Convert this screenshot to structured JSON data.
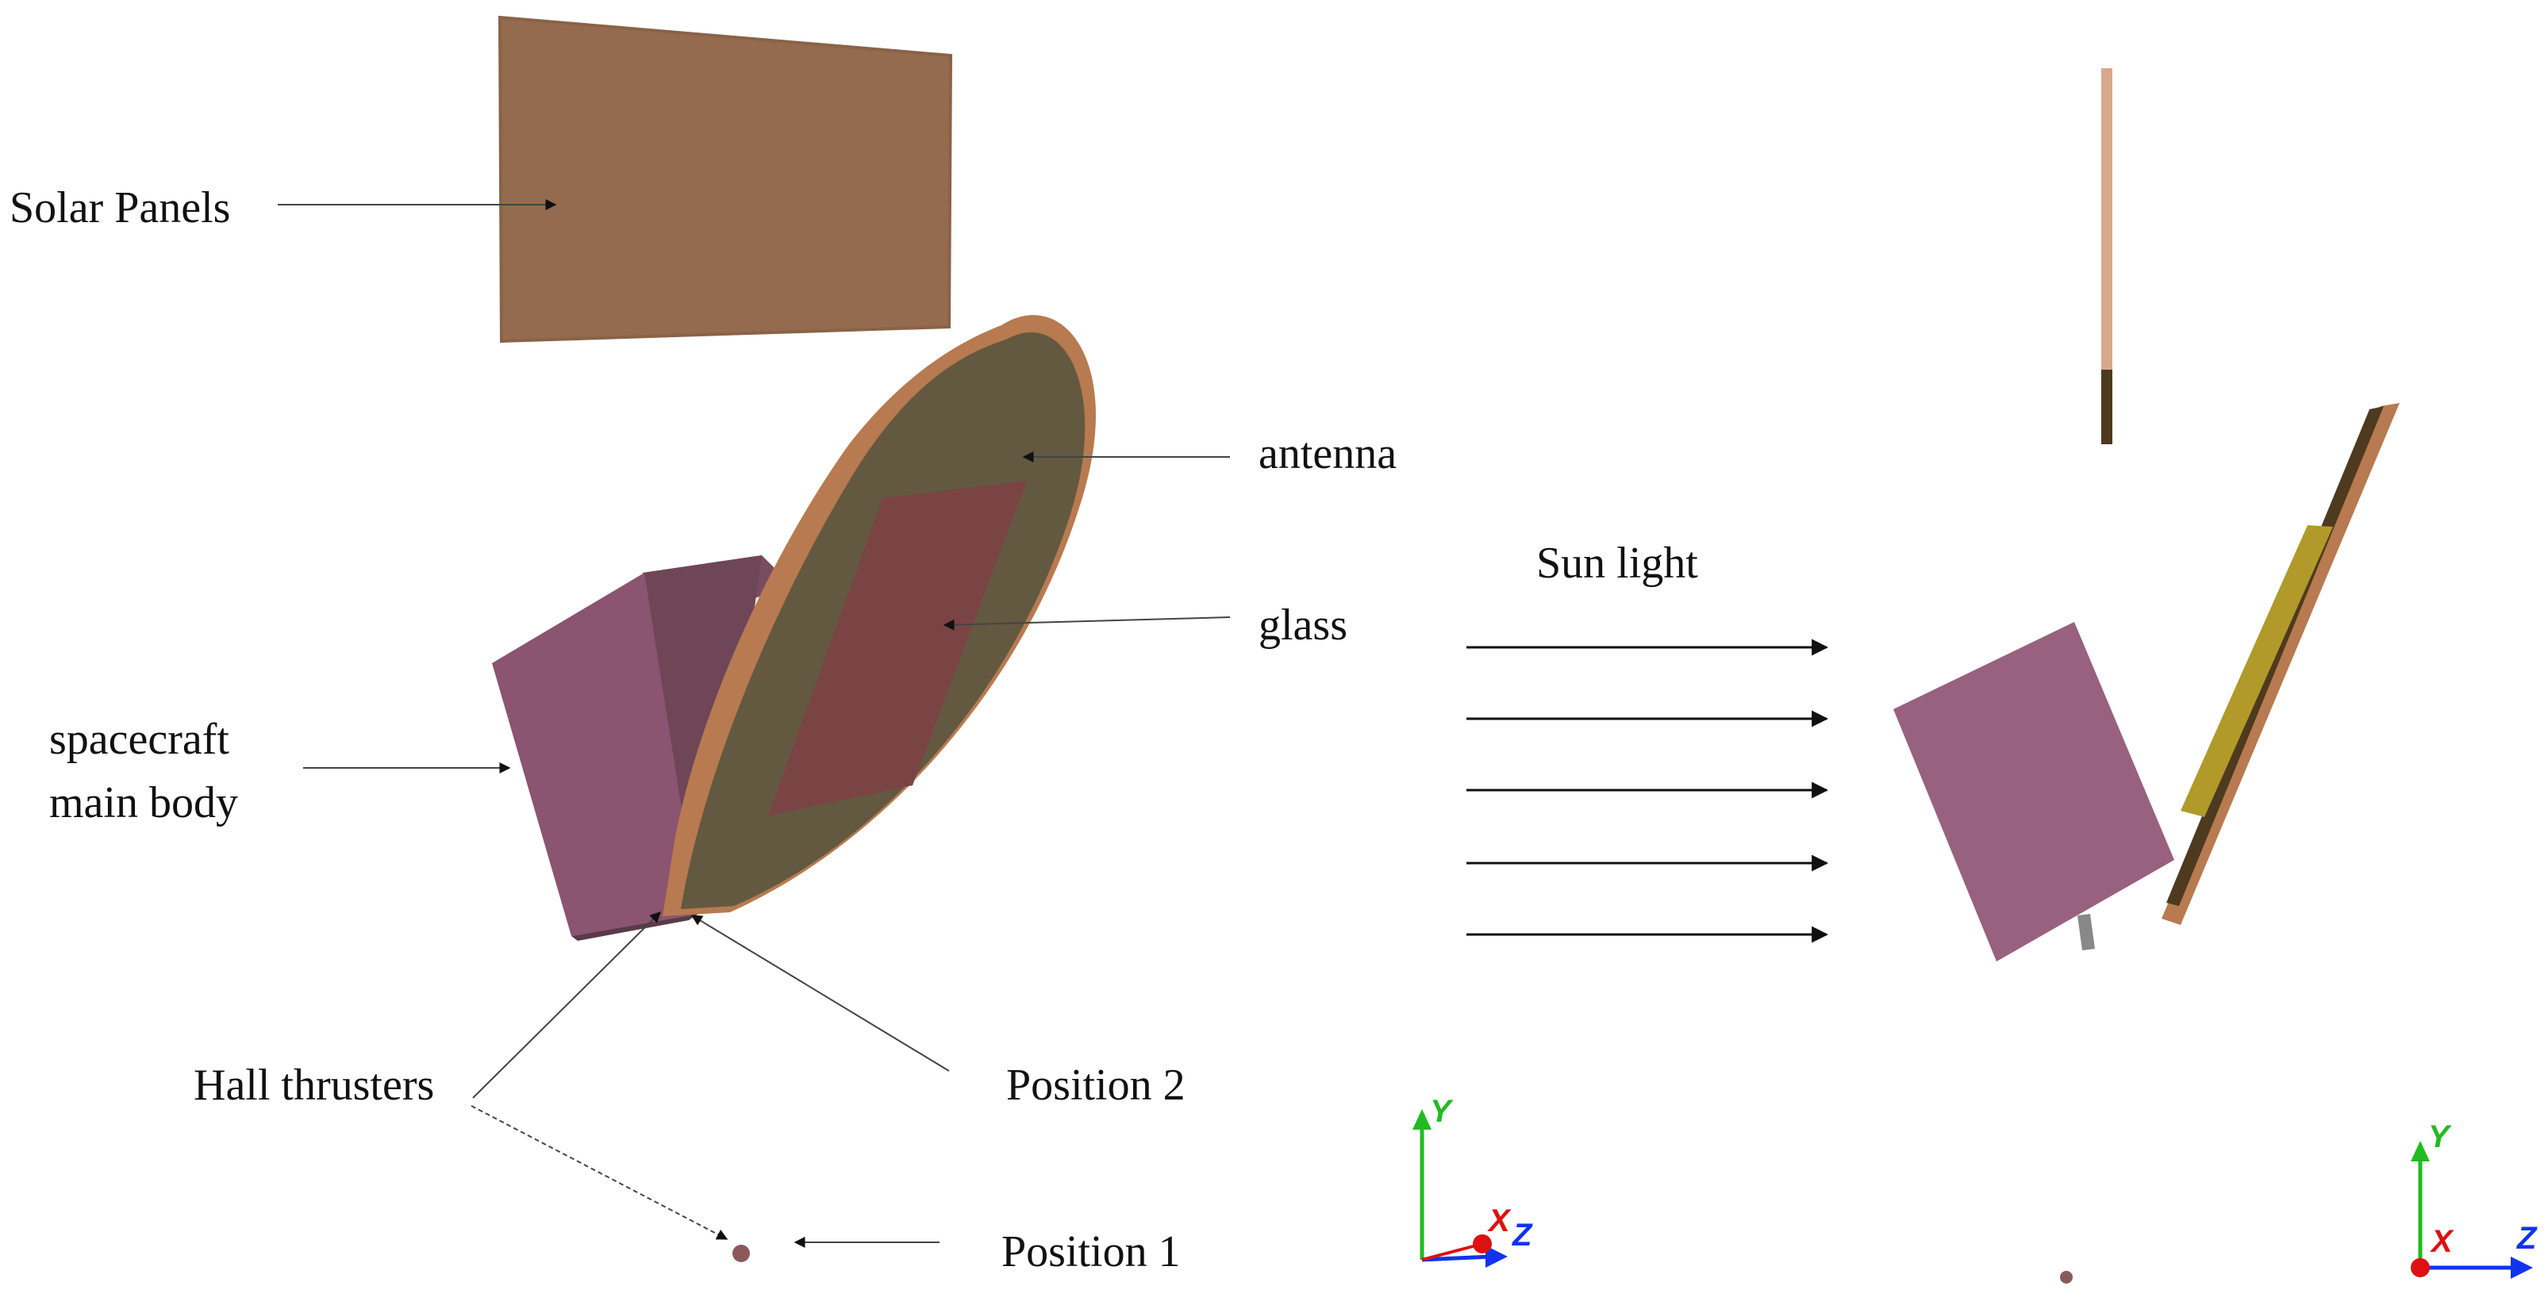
{
  "labels": {
    "solar_panels": "Solar Panels",
    "antenna": "antenna",
    "glass": "glass",
    "main_body_line1": "spacecraft",
    "main_body_line2": "main body",
    "hall_thrusters": "Hall thrusters",
    "position_2": "Position 2",
    "position_1": "Position 1",
    "sun_light": "Sun light"
  },
  "axes_left": {
    "y": "Y",
    "x": "X",
    "z": "Z"
  },
  "axes_right": {
    "y": "Y",
    "x": "X",
    "z": "Z"
  },
  "colors": {
    "solar_panel": "#946b4f",
    "antenna_face": "#625940",
    "antenna_rim": "#b87a50",
    "glass": "#7a4445",
    "main_body": "#8b5470",
    "main_body_shadow": "#6f4657",
    "thruster": "#8a5a5a",
    "glass_edge_right": "#b19a2a",
    "axis_y": "#22bb22",
    "axis_x": "#dd1111",
    "axis_z": "#1133ee"
  }
}
